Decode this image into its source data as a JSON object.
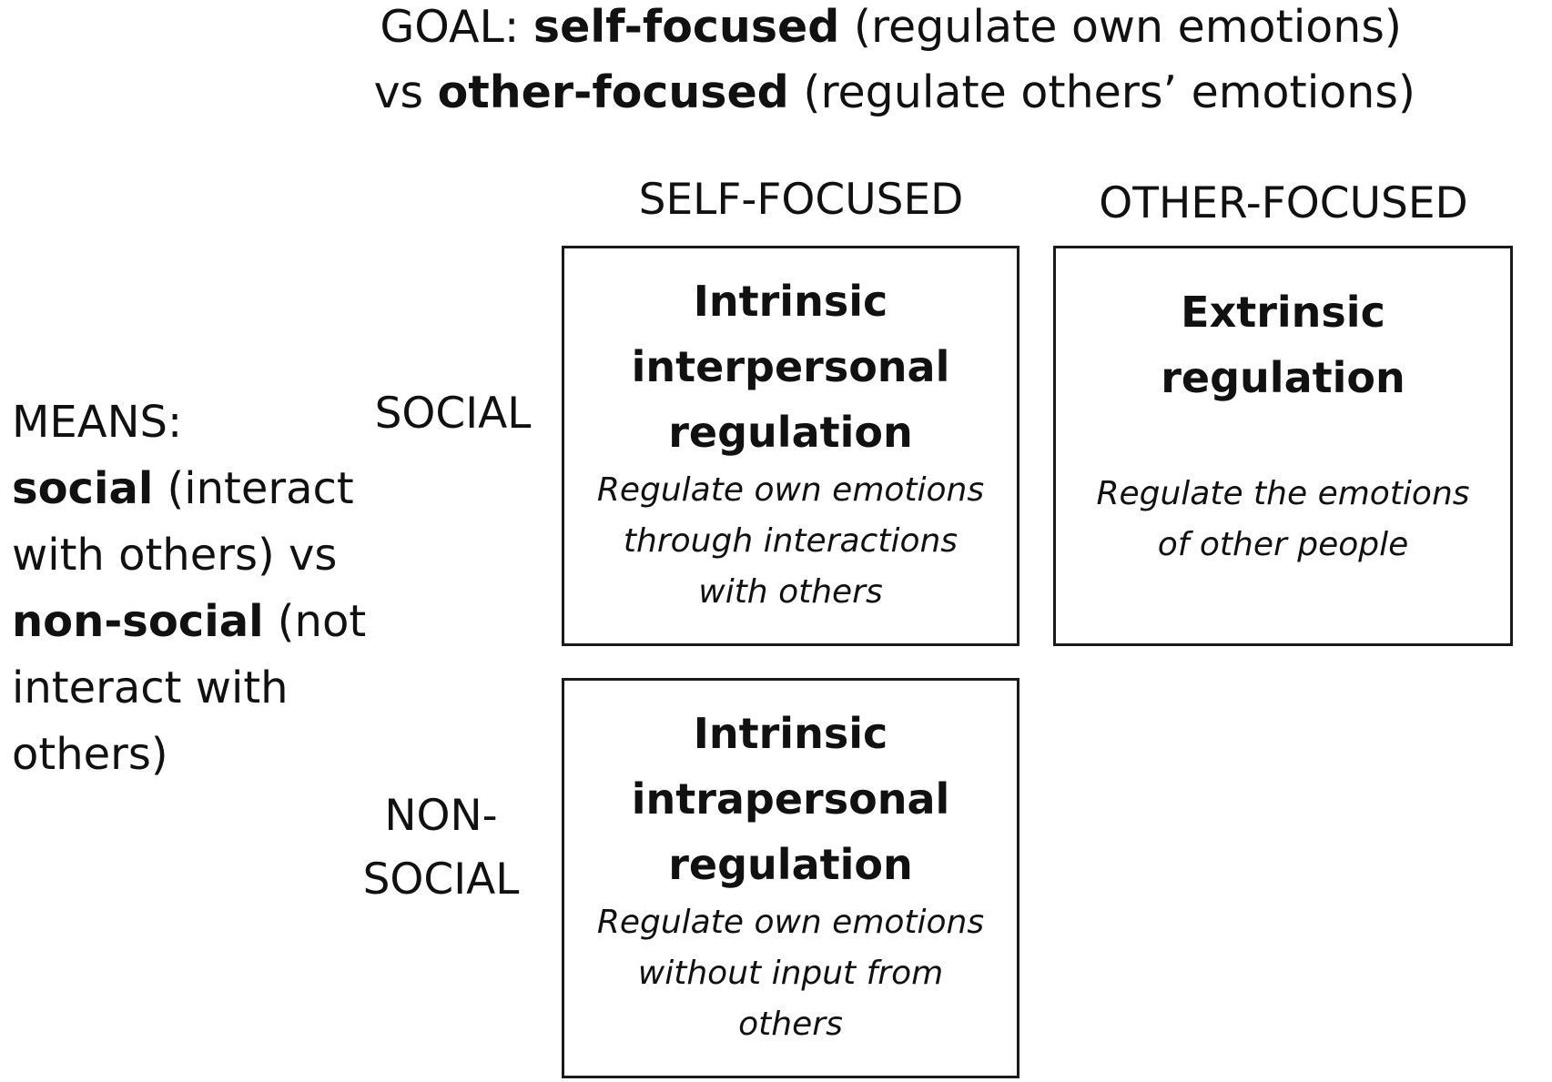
{
  "goal": {
    "line1_prefix": "GOAL: ",
    "line1_bold": "self-focused",
    "line1_suffix": " (regulate own emotions)",
    "line2_prefix": "vs ",
    "line2_bold": "other-focused",
    "line2_suffix": " (regulate others’ emotions)"
  },
  "columns": {
    "self": "SELF-FOCUSED",
    "other": "OTHER-FOCUSED"
  },
  "rows": {
    "social": "SOCIAL",
    "nonsocial": "NON-\nSOCIAL"
  },
  "means": {
    "label": "MEANS:",
    "social_bold": "social",
    "social_rest": " (interact with others) vs",
    "nonsocial_bold": "non-social",
    "nonsocial_rest": " (not interact with others)"
  },
  "boxes": {
    "intrinsic_interpersonal": {
      "title": "Intrinsic\ninterpersonal\nregulation",
      "desc": "Regulate own emotions\nthrough interactions\nwith others"
    },
    "extrinsic": {
      "title": "Extrinsic\nregulation",
      "desc": "Regulate the emotions\nof other people"
    },
    "intrinsic_intrapersonal": {
      "title": "Intrinsic\nintrapersonal\nregulation",
      "desc": "Regulate own emotions\nwithout input from\nothers"
    }
  }
}
